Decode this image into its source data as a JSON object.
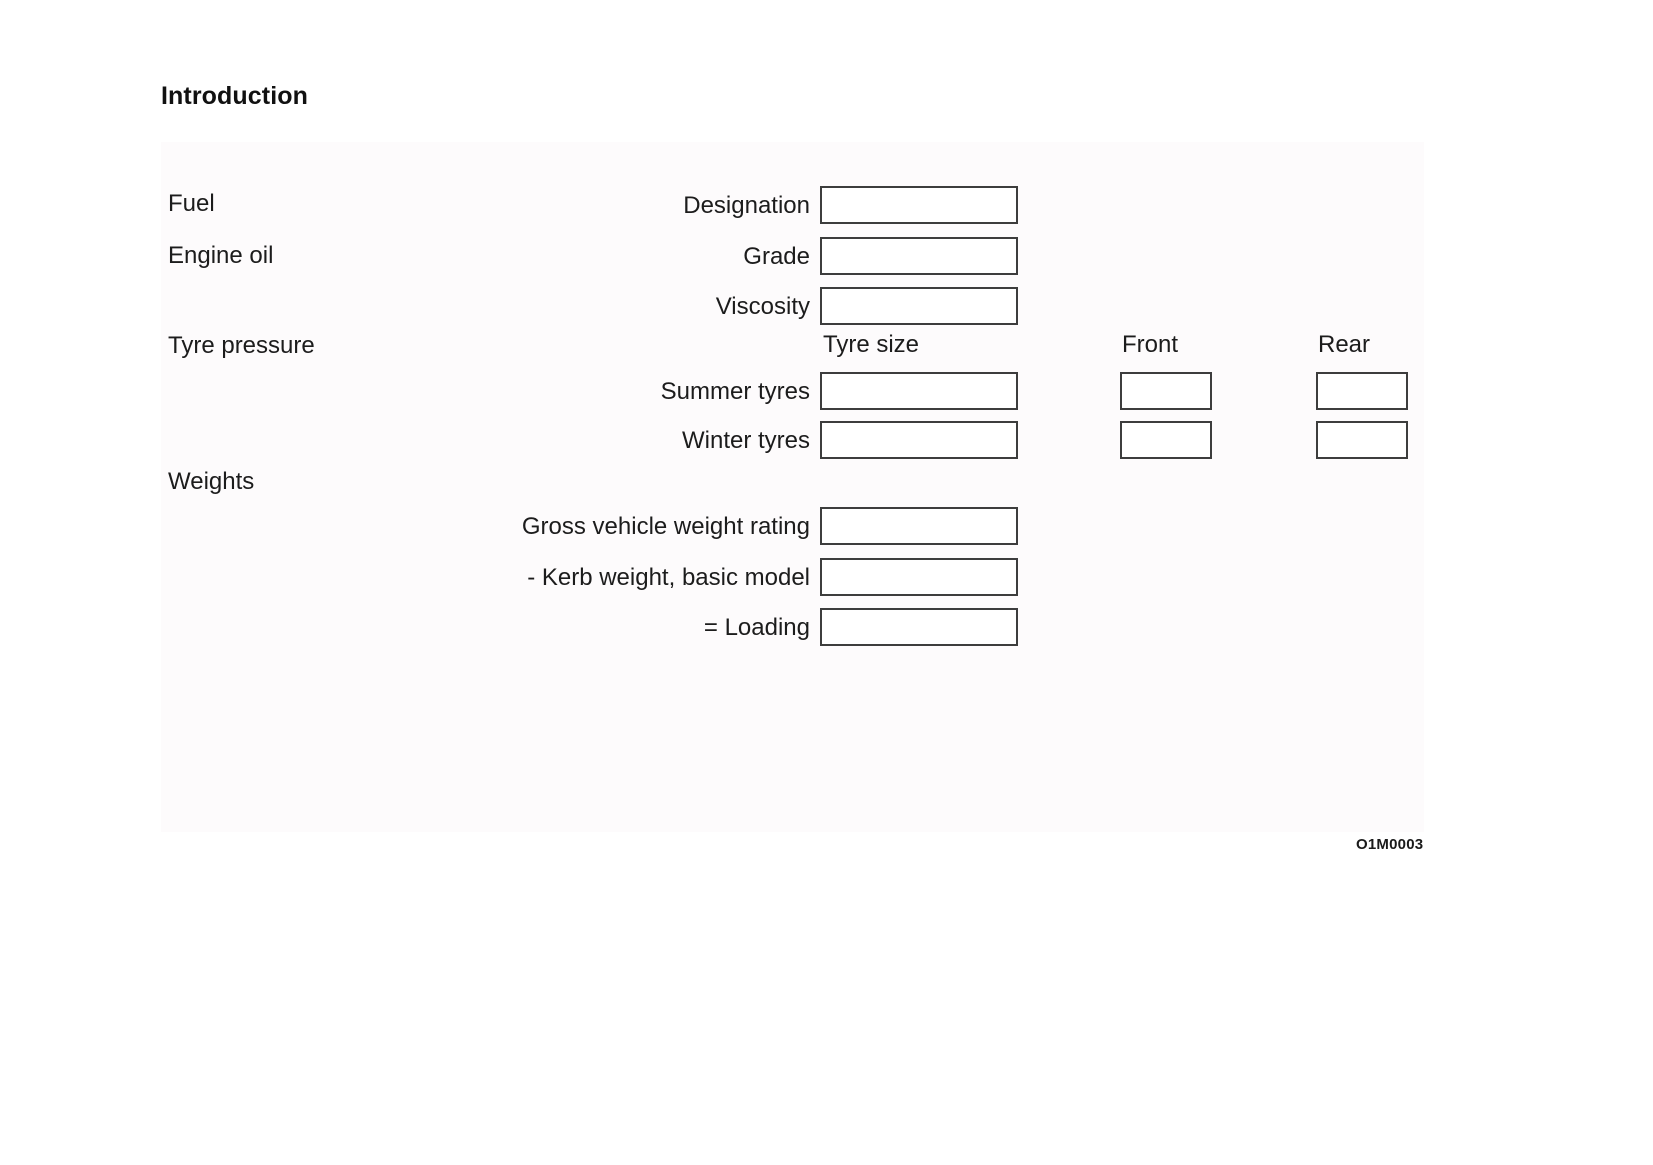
{
  "page": {
    "title": "Introduction",
    "figure_code": "O1M0003"
  },
  "panel": {
    "sections": [
      {
        "id": "fuel",
        "label": "Fuel"
      },
      {
        "id": "engine-oil",
        "label": "Engine oil"
      },
      {
        "id": "tyre-pressure",
        "label": "Tyre pressure"
      },
      {
        "id": "weights",
        "label": "Weights"
      }
    ],
    "column_headers": [
      {
        "id": "tyre-size",
        "label": "Tyre size"
      },
      {
        "id": "front",
        "label": "Front"
      },
      {
        "id": "rear",
        "label": "Rear"
      }
    ],
    "fields": [
      {
        "id": "designation",
        "label": "Designation",
        "value": ""
      },
      {
        "id": "grade",
        "label": "Grade",
        "value": ""
      },
      {
        "id": "viscosity",
        "label": "Viscosity",
        "value": ""
      },
      {
        "id": "summer-tyres",
        "label": "Summer tyres",
        "value": ""
      },
      {
        "id": "winter-tyres",
        "label": "Winter tyres",
        "value": ""
      },
      {
        "id": "gross-vehicle-weight-rating",
        "label": "Gross vehicle weight rating",
        "value": ""
      },
      {
        "id": "kerb-weight-basic-model",
        "label": "- Kerb weight, basic model",
        "value": ""
      },
      {
        "id": "loading",
        "label": "= Loading",
        "value": ""
      }
    ],
    "tyre_values": {
      "summer_front": "",
      "summer_rear": "",
      "winter_front": "",
      "winter_rear": ""
    },
    "colors": {
      "panel_background": "#fdfbfc",
      "box_border": "#3d3d3d",
      "box_fill": "#ffffff",
      "text": "#1c1c1c"
    }
  }
}
